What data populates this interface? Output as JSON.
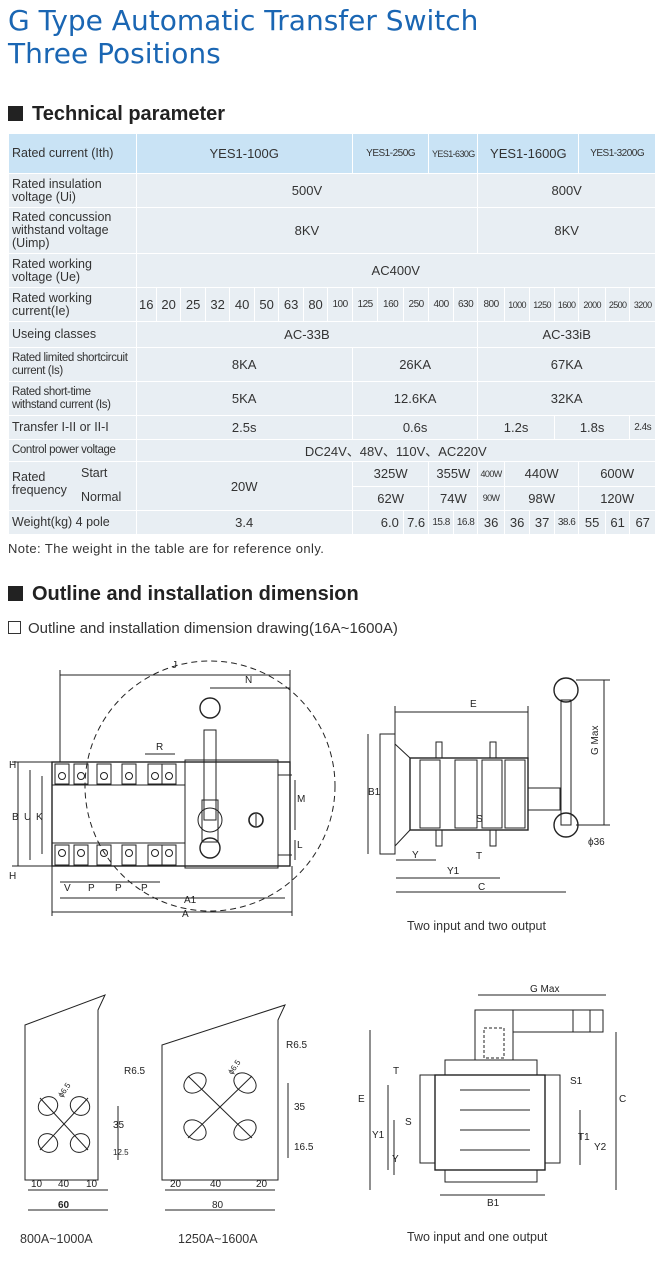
{
  "title": {
    "line1": "G Type Automatic Transfer Switch",
    "line2": "Three Positions"
  },
  "section1": "Technical parameter",
  "table": {
    "header": {
      "label": "Rated current (Ith)",
      "m1": "YES1-100G",
      "m2": "YES1-250G",
      "m3": "YES1-630G",
      "m4": "YES1-1600G",
      "m5": "YES1-3200G"
    },
    "ins_voltage": {
      "label": "Rated insulation voltage (Ui)",
      "v1": "500V",
      "v2": "800V"
    },
    "concussion": {
      "label": "Rated concussion withstand voltage (Uimp)",
      "v1": "8KV",
      "v2": "8KV"
    },
    "working_voltage": {
      "label": "Rated working voltage (Ue)",
      "v": "AC400V"
    },
    "working_current": {
      "label": "Rated working current(Ie)",
      "values": [
        "16",
        "20",
        "25",
        "32",
        "40",
        "50",
        "63",
        "80",
        "100",
        "125",
        "160",
        "250",
        "400",
        "630",
        "800",
        "1000",
        "1250",
        "1600",
        "2000",
        "2500",
        "3200"
      ]
    },
    "classes": {
      "label": "Useing classes",
      "v1": "AC-33B",
      "v2": "AC-33iB"
    },
    "limited": {
      "label": "Rated limited shortcircuit current (Is)",
      "v1": "8KA",
      "v2": "26KA",
      "v3": "67KA"
    },
    "shorttime": {
      "label": "Rated short-time withstand current (Is)",
      "v1": "5KA",
      "v2": "12.6KA",
      "v3": "32KA"
    },
    "transfer": {
      "label": "Transfer I-II or II-I",
      "v1": "2.5s",
      "v2": "0.6s",
      "v3": "1.2s",
      "v4": "1.8s",
      "v5": "2.4s"
    },
    "control": {
      "label": "Control power voltage",
      "v": "DC24V、48V、110V、AC220V"
    },
    "frequency": {
      "label": "Rated frequency",
      "start": "Start",
      "normal": "Normal",
      "w100": "20W",
      "start_vals": [
        "325W",
        "355W",
        "400W",
        "440W",
        "600W"
      ],
      "normal_vals": [
        "62W",
        "74W",
        "90W",
        "98W",
        "120W"
      ]
    },
    "weight": {
      "label": "Weight(kg) 4 pole",
      "values": [
        "3.4",
        "6.0",
        "7.6",
        "15.8",
        "16.8",
        "36",
        "36",
        "37",
        "38.6",
        "55",
        "61",
        "67"
      ]
    }
  },
  "note": "Note: The weight in the table are for reference only.",
  "section2": "Outline and installation dimension",
  "subhead": "Outline and installation dimension drawing(16A~1600A)",
  "drawing": {
    "d1": {
      "J": "J",
      "N": "N",
      "R": "R",
      "H": "H",
      "B": "B",
      "U": "U",
      "K": "K",
      "M": "M",
      "L": "L",
      "V": "V",
      "P": "P",
      "A1": "A1",
      "A": "A"
    },
    "d2": {
      "E": "E",
      "G": "G Max",
      "B1": "B1",
      "S": "S",
      "T": "T",
      "Y": "Y",
      "Y1": "Y1",
      "C": "C",
      "phi": "ϕ36"
    },
    "d3": {
      "R": "R6.5",
      "phi": "ϕ6.5",
      "d35": "35",
      "d125": "12.5",
      "d10a": "10",
      "d40": "40",
      "d10b": "10",
      "d60": "60"
    },
    "d4": {
      "R": "R6.5",
      "phi": "ϕ6.5",
      "d35": "35",
      "d165": "16.5",
      "d20a": "20",
      "d40": "40",
      "d20b": "20",
      "d80": "80"
    },
    "d5": {
      "G": "G Max",
      "E": "E",
      "T": "T",
      "S1": "S1",
      "Y1": "Y1",
      "S": "S",
      "Y": "Y",
      "T1": "T1",
      "Y2": "Y2",
      "C": "C",
      "B1": "B1"
    }
  },
  "captions": {
    "c1": "Two input and two output",
    "c2": "800A~1000A",
    "c3": "1250A~1600A",
    "c4": "Two input and one output"
  }
}
